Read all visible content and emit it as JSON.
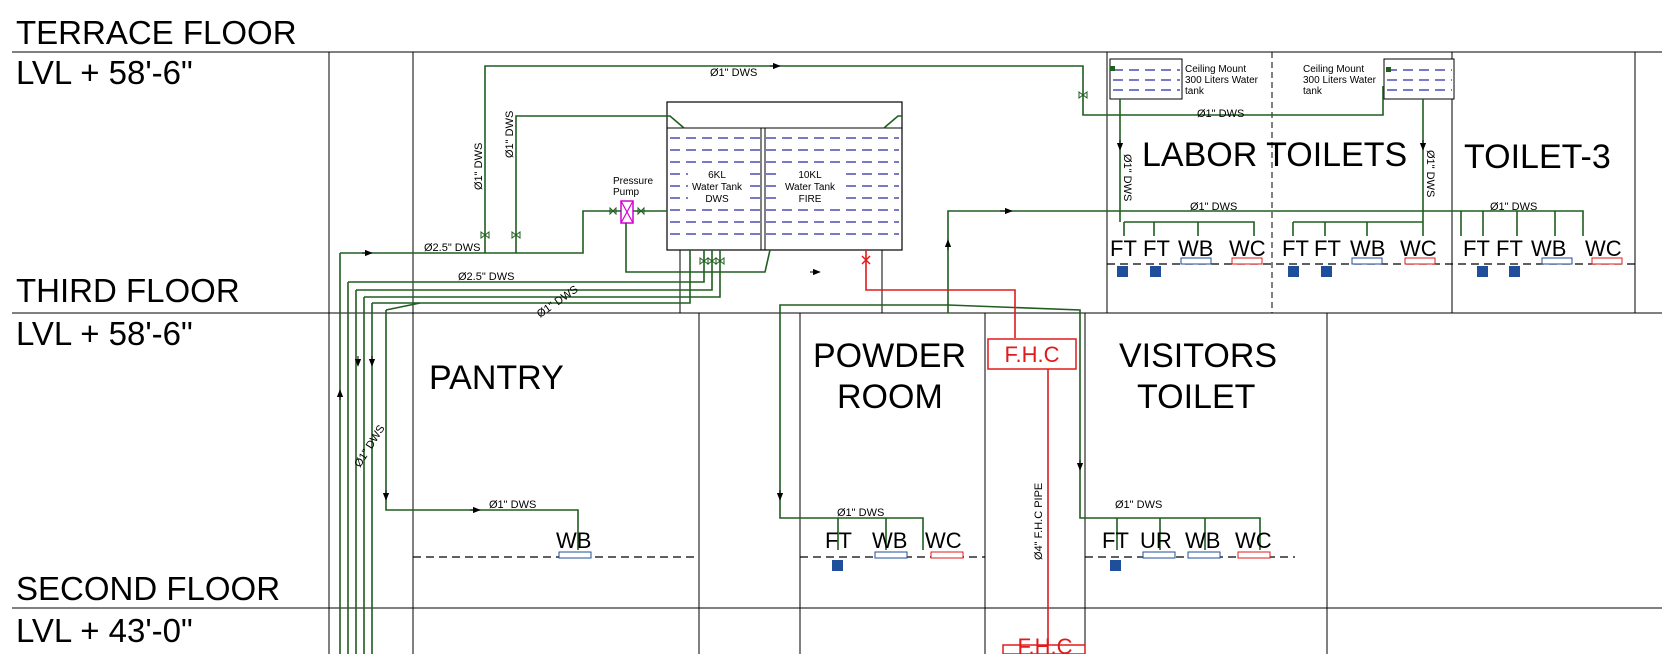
{
  "colors": {
    "dws_pipe": "#1f5e1f",
    "fire_pipe": "#e01b1b",
    "ft_marker": "#1f4f9a",
    "pump": "#d400d4",
    "water_line": "#2a2aa0"
  },
  "levels": {
    "terrace_name": "TERRACE FLOOR",
    "terrace_lvl": "LVL + 58'-6\"",
    "third_name": "THIRD FLOOR",
    "third_lvl": "LVL + 58'-6\"",
    "second_name": "SECOND FLOOR",
    "second_lvl": "LVL + 43'-0\""
  },
  "rooms": {
    "labor_toilets": "LABOR TOILETS",
    "toilet3": "TOILET-3",
    "pantry": "PANTRY",
    "powder_line1": "POWDER",
    "powder_line2": "ROOM",
    "visitors_line1": "VISITORS",
    "visitors_line2": "TOILET",
    "fhc_upper": "F.H.C",
    "fhc_lower": "F.H.C"
  },
  "tanks": {
    "dws": [
      "6KL",
      "Water Tank",
      "DWS"
    ],
    "fire": [
      "10KL",
      "Water Tank",
      "FIRE"
    ],
    "ceiling_left": [
      "Ceiling Mount",
      "300 Liters Water",
      "tank"
    ],
    "ceiling_right": [
      "Ceiling Mount",
      "300 Liters Water",
      "tank"
    ],
    "pump": [
      "Pressure",
      "Pump"
    ]
  },
  "pipe_labels": {
    "top": "Ø1\" DWS",
    "riser_a": "Ø1\" DWS",
    "riser_b": "Ø1\" DWS",
    "main_25a": "Ø2.5\" DWS",
    "main_25b": "Ø2.5\" DWS",
    "diag_top": "Ø1\" DWS",
    "ceiling_line": "Ø1\" DWS",
    "labor_branch": "Ø1\" DWS",
    "toilet3_branch": "Ø1\" DWS",
    "labor_vert_left": "Ø1\" DWS",
    "labor_vert_right": "Ø1\" DWS",
    "diag_left": "Ø1\" DWS",
    "pantry_branch": "Ø1\" DWS",
    "powder_branch": "Ø1\" DWS",
    "visitors_branch": "Ø1\" DWS",
    "fhc_pipe": "Ø4\" F.H.C PIPE"
  },
  "fixtures": {
    "labor": [
      "FT",
      "FT",
      "WB",
      "WC",
      "FT",
      "FT",
      "WB",
      "WC"
    ],
    "toilet3": [
      "FT",
      "FT",
      "WB",
      "WC"
    ],
    "pantry": [
      "WB"
    ],
    "powder": [
      "FT",
      "WB",
      "WC"
    ],
    "visitors": [
      "FT",
      "UR",
      "WB",
      "WC"
    ]
  }
}
